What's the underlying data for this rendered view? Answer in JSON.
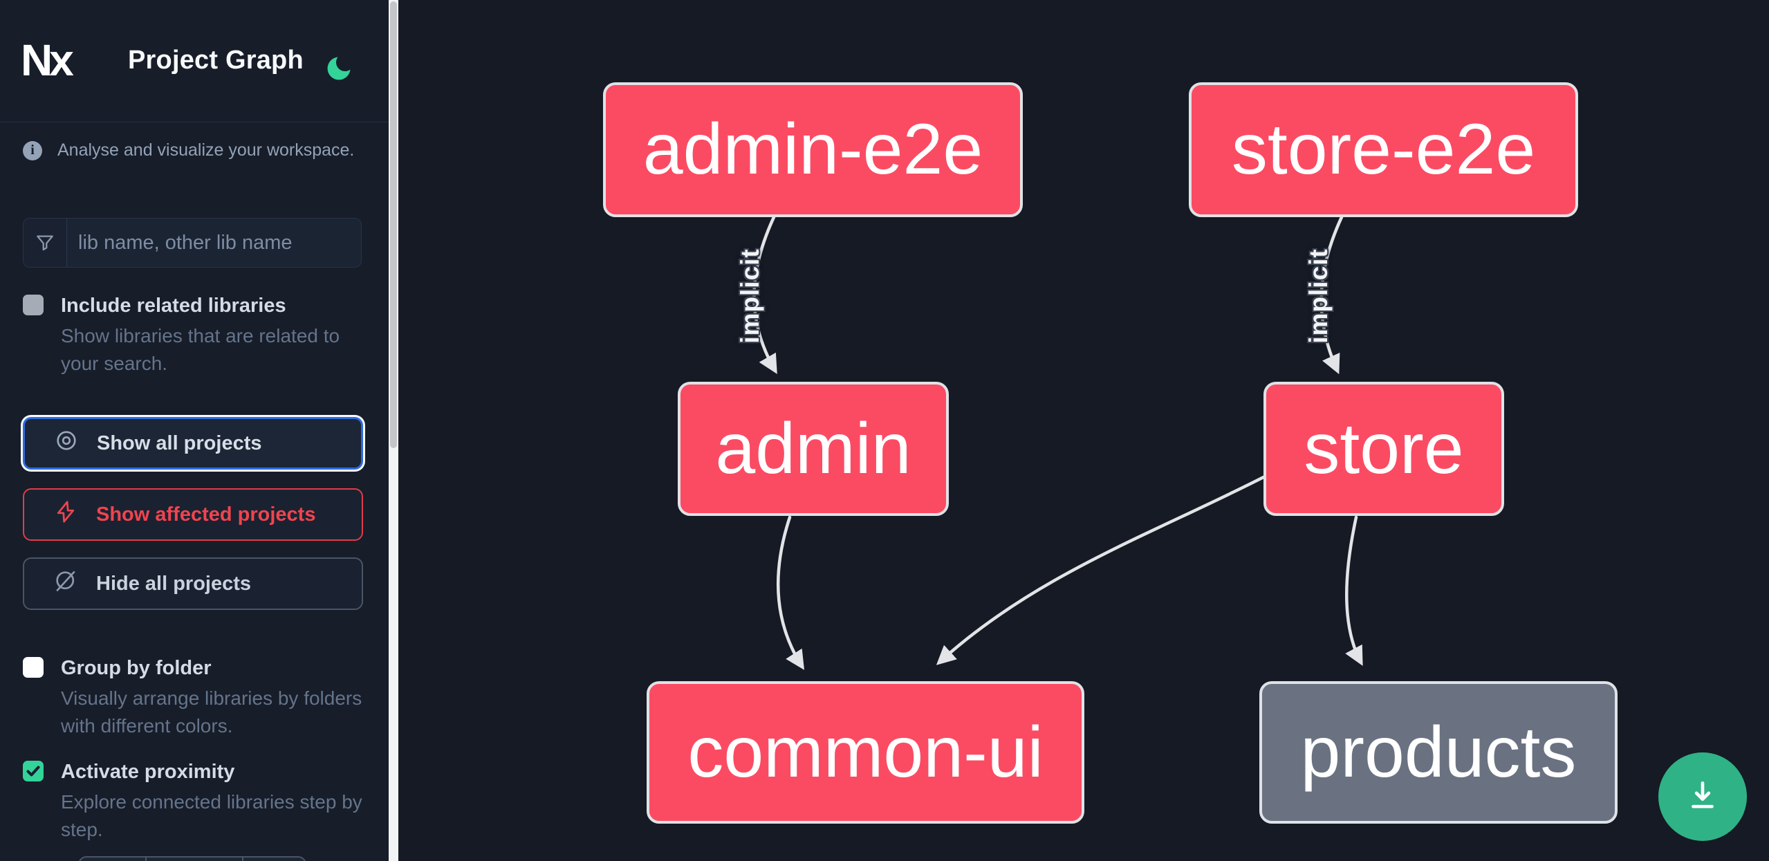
{
  "header": {
    "logo_text": "Nx",
    "title": "Project Graph"
  },
  "sidebar": {
    "tagline": "Analyse and visualize your workspace.",
    "search": {
      "placeholder": "lib name, other lib name",
      "value": ""
    },
    "include_related": {
      "label": "Include related libraries",
      "description": "Show libraries that are related to your search.",
      "checked": false
    },
    "actions": {
      "show_all": "Show all projects",
      "show_affected": "Show affected projects",
      "hide_all": "Hide all projects"
    },
    "group_by_folder": {
      "label": "Group by folder",
      "description": "Visually arrange libraries by folders with different colors.",
      "checked": false
    },
    "activate_proximity": {
      "label": "Activate proximity",
      "description": "Explore connected libraries step by step.",
      "checked": true
    }
  },
  "graph": {
    "nodes": [
      {
        "label": "admin-e2e",
        "style": "affected-pink"
      },
      {
        "label": "store-e2e",
        "style": "affected-pink"
      },
      {
        "label": "admin",
        "style": "affected-pink"
      },
      {
        "label": "store",
        "style": "affected-pink"
      },
      {
        "label": "common-ui",
        "style": "affected-pink"
      },
      {
        "label": "products",
        "style": "default-gray"
      }
    ],
    "edges": [
      {
        "source": "admin-e2e",
        "target": "admin",
        "label": "implicit"
      },
      {
        "source": "store-e2e",
        "target": "store",
        "label": "implicit"
      },
      {
        "source": "admin",
        "target": "common-ui",
        "label": ""
      },
      {
        "source": "store",
        "target": "common-ui",
        "label": ""
      },
      {
        "source": "store",
        "target": "products",
        "label": ""
      }
    ]
  },
  "colors": {
    "background": "#151a24",
    "sidebar_background": "#171d29",
    "node_pink": "#fb4b63",
    "node_gray": "#6a7281",
    "node_border": "#dfe2e6",
    "edge": "#e3e4e7",
    "focus_blue": "#2e6be0",
    "affected_red": "#f0444f",
    "accent_green": "#34d399",
    "download_green": "#2fb286"
  }
}
